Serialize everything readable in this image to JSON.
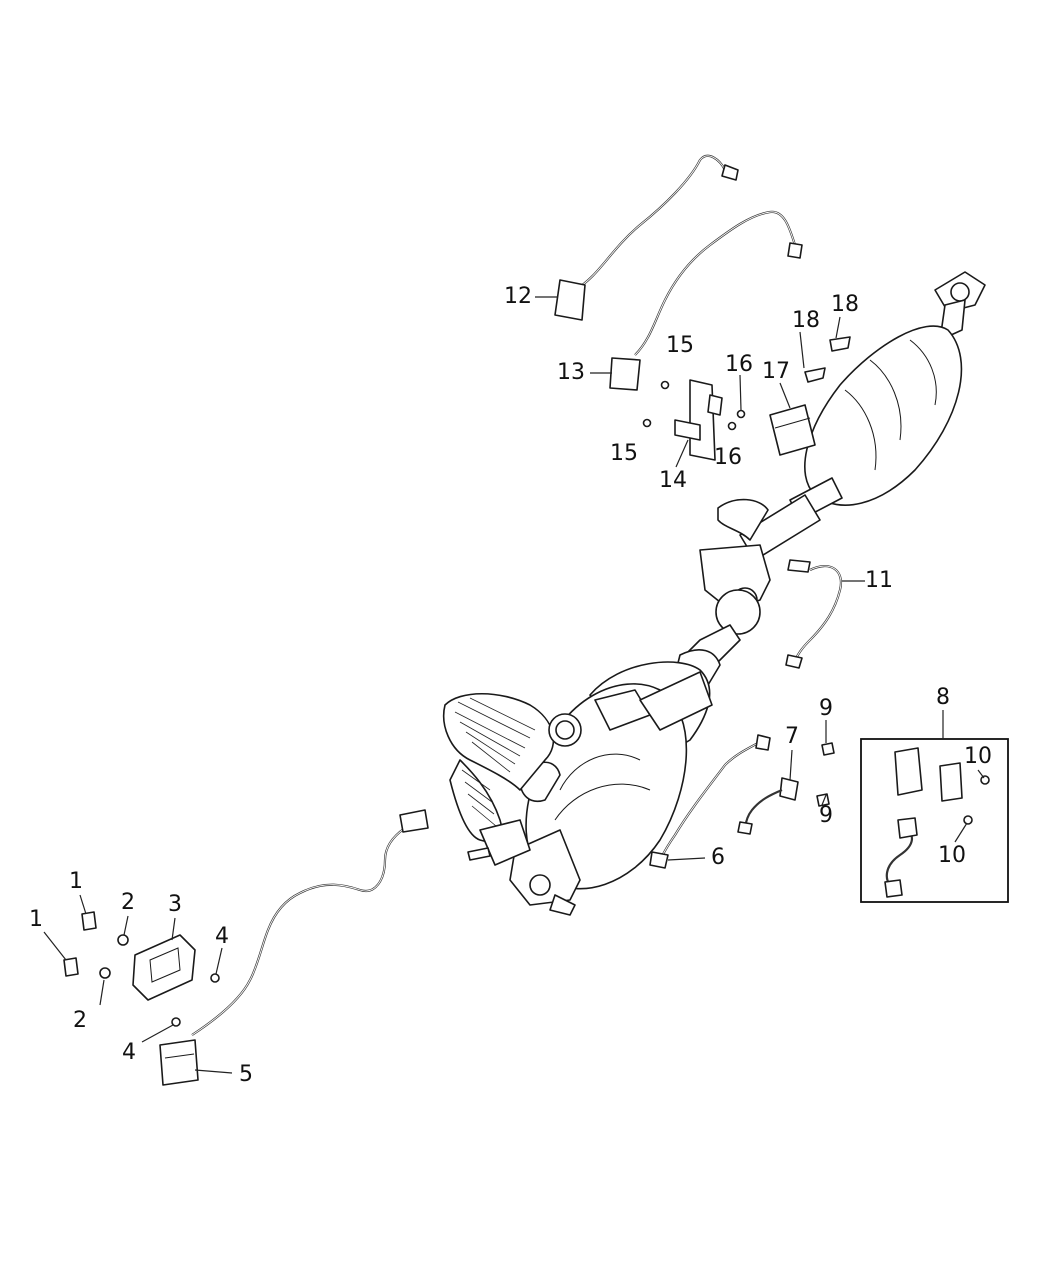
{
  "callouts": [
    {
      "text": "1"
    },
    {
      "text": "1"
    },
    {
      "text": "2"
    },
    {
      "text": "2"
    },
    {
      "text": "3"
    },
    {
      "text": "4"
    },
    {
      "text": "4"
    },
    {
      "text": "5"
    },
    {
      "text": "6"
    },
    {
      "text": "7"
    },
    {
      "text": "8"
    },
    {
      "text": "9"
    },
    {
      "text": "9"
    },
    {
      "text": "10"
    },
    {
      "text": "10"
    },
    {
      "text": "11"
    },
    {
      "text": "12"
    },
    {
      "text": "13"
    },
    {
      "text": "14"
    },
    {
      "text": "15"
    },
    {
      "text": "15"
    },
    {
      "text": "16"
    },
    {
      "text": "16"
    },
    {
      "text": "17"
    },
    {
      "text": "18"
    },
    {
      "text": "18"
    }
  ]
}
